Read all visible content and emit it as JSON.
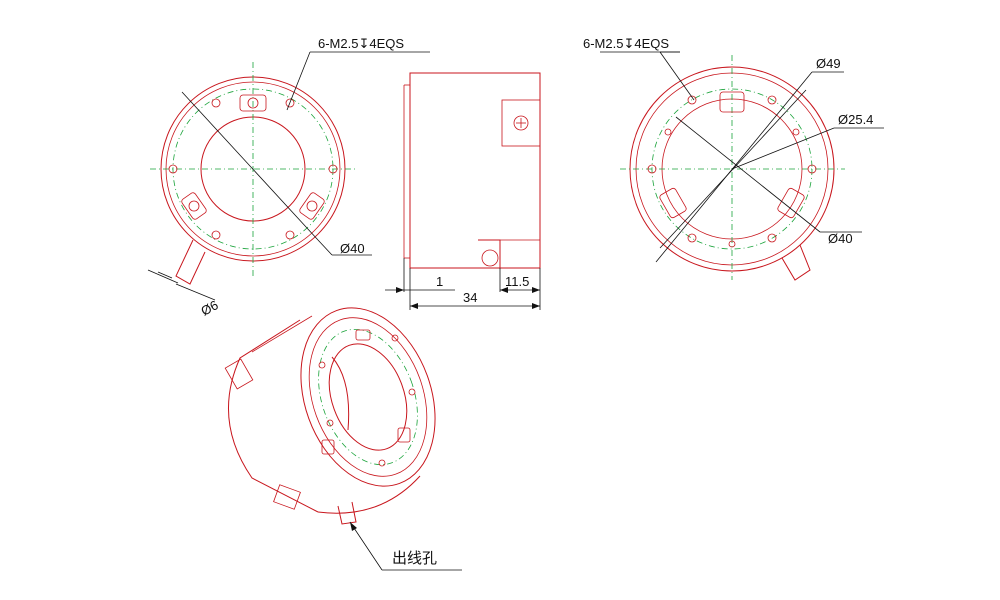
{
  "labels": {
    "thread_left": "6-M2.5↧4EQS",
    "dia40_left": "Ø40",
    "dia6": "Ø6",
    "dim1": "1",
    "dim34": "34",
    "dim11_5": "11.5",
    "thread_right": "6-M2.5↧4EQS",
    "dia49": "Ø49",
    "dia25_4": "Ø25.4",
    "dia40_right": "Ø40",
    "outlet": "出线孔"
  },
  "colors": {
    "outline": "#c8161d",
    "centerline": "#1aa33a",
    "dimension": "#111111"
  }
}
